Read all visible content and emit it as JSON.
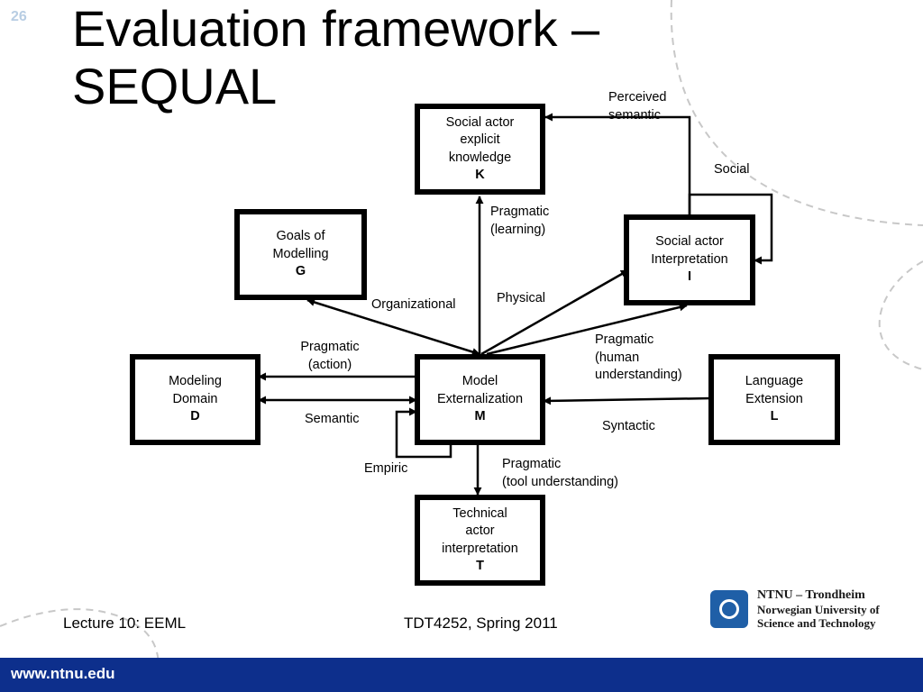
{
  "slide": {
    "number": "26",
    "title_line1": "Evaluation framework –",
    "title_line2": "SEQUAL"
  },
  "boxes": {
    "social_actor_knowledge": {
      "lines": [
        "Social actor",
        "explicit",
        "knowledge"
      ],
      "letter": "K"
    },
    "goals": {
      "lines": [
        "Goals of",
        "Modelling"
      ],
      "letter": "G"
    },
    "social_actor_interpretation": {
      "lines": [
        "Social actor",
        "Interpretation"
      ],
      "letter": "I"
    },
    "modeling_domain": {
      "lines": [
        "Modeling",
        "Domain"
      ],
      "letter": "D"
    },
    "model_externalization": {
      "lines": [
        "Model",
        "Externalization"
      ],
      "letter": "M"
    },
    "language_extension": {
      "lines": [
        "Language",
        "Extension"
      ],
      "letter": "L"
    },
    "technical_actor": {
      "lines": [
        "Technical",
        "actor",
        "interpretation"
      ],
      "letter": "T"
    }
  },
  "labels": {
    "perceived_semantic": [
      "Perceived",
      "semantic"
    ],
    "social": "Social",
    "pragmatic_learning": [
      "Pragmatic",
      "(learning)"
    ],
    "physical": "Physical",
    "organizational": "Organizational",
    "pragmatic_action": [
      "Pragmatic",
      "(action)"
    ],
    "pragmatic_human": [
      "Pragmatic",
      "(human",
      "understanding)"
    ],
    "semantic": "Semantic",
    "syntactic": "Syntactic",
    "empiric": "Empiric",
    "pragmatic_tool": [
      "Pragmatic",
      "(tool understanding)"
    ]
  },
  "footer": {
    "lecture": "Lecture 10: EEML",
    "course": "TDT4252, Spring 2011",
    "url": "www.ntnu.edu"
  },
  "ntnu": {
    "line1": "NTNU – Trondheim",
    "line2": "Norwegian University of",
    "line3": "Science and Technology"
  },
  "colors": {
    "bottom_bar": "#0d2f8c",
    "logo_blue": "#1f5fa7",
    "deco_dashes": "#c8c8c8",
    "slide_number": "#b8cde3"
  }
}
